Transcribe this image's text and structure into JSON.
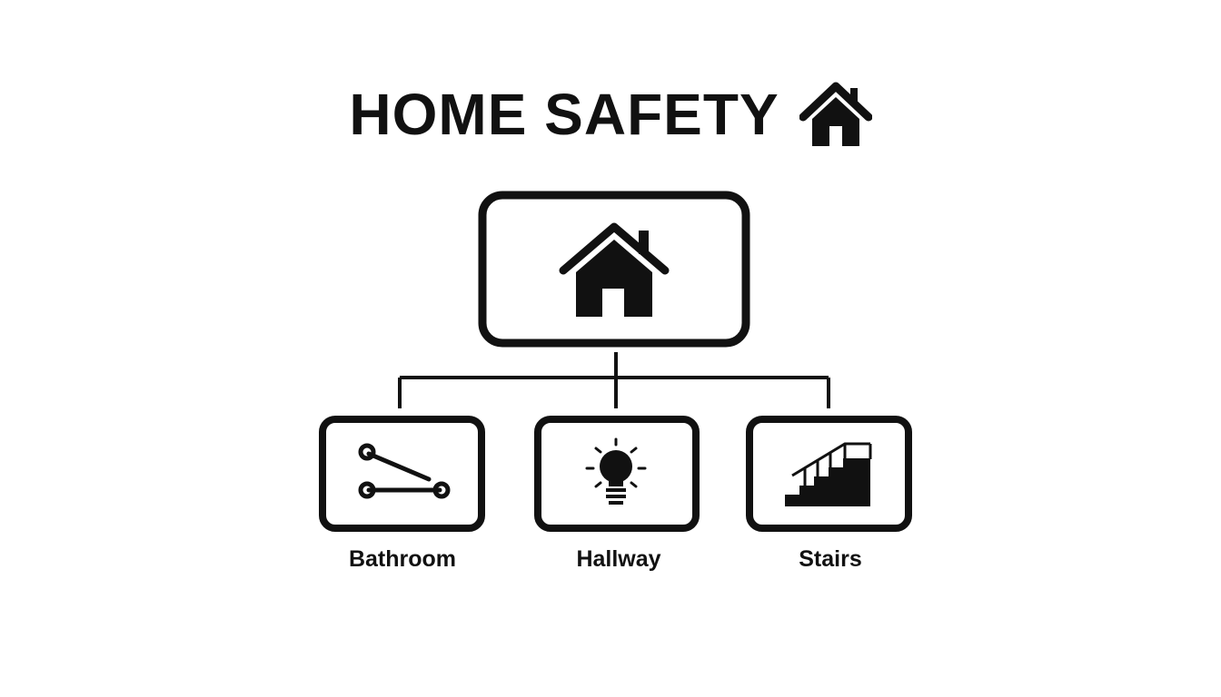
{
  "title": "HOME SAFETY",
  "title_icon": "house-icon",
  "root": {
    "icon": "house-chimney-icon"
  },
  "children": [
    {
      "label": "Bathroom",
      "icon": "grab-bar-icon"
    },
    {
      "label": "Hallway",
      "icon": "light-bulb-icon"
    },
    {
      "label": "Stairs",
      "icon": "stairs-railing-icon"
    }
  ],
  "colors": {
    "stroke": "#111111",
    "background": "#ffffff"
  }
}
